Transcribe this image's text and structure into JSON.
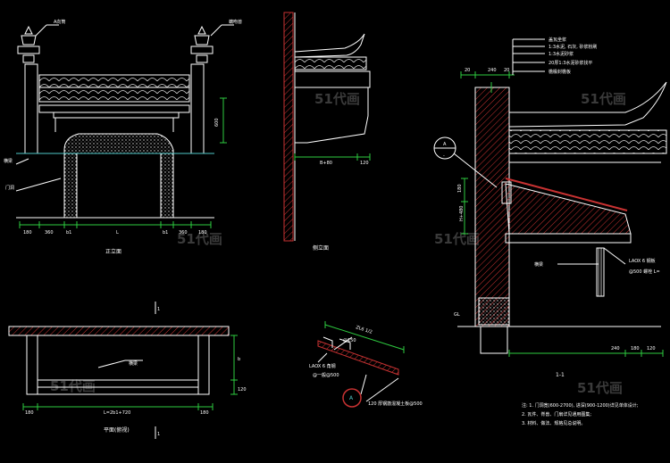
{
  "watermark": "51代画",
  "front": {
    "title": "正立面",
    "note_left": "A向筒",
    "note_right": "螭吻兽",
    "note_beam": "横梁",
    "note_frame": "门洞",
    "dims": [
      "180",
      "360",
      "b1",
      "L",
      "b1",
      "360",
      "180"
    ],
    "dim_height": "600"
  },
  "side": {
    "title": "侧立面",
    "dim_1": "B+80",
    "dim_2": "120"
  },
  "section": {
    "title": "1-1",
    "callout_letter": "A",
    "callout_num": "-",
    "notes": [
      "盖瓦坐浆",
      "1:3水泥, 石灰, 砂浆粉刷",
      "1:3水泥砂浆",
      "20厚1:3水泥砂浆找平",
      "檐椽封檐板"
    ],
    "top_dims": [
      "20",
      "240",
      "20"
    ],
    "left_dims": [
      "180",
      "H+480"
    ],
    "gl": "GL",
    "note_beam": "横梁",
    "note_right": "LAOX 6 钢板",
    "note_right_2": "@500 螺栓 L=",
    "bottom_dims": [
      "240",
      "180",
      "120"
    ],
    "footnotes": [
      "注: 1. 门洞宽(600-2700), 进深(900-1200)详见单体设计;",
      "2. 瓦件、脊兽、门扇详见通用图集;",
      "3. 材料、做法、规格见总说明。"
    ]
  },
  "plan": {
    "title": "平面(俯视)",
    "cut_mark": "1",
    "note_beam": "横梁",
    "dims": [
      "180",
      "L=2b1+720",
      "180"
    ],
    "dim_h": "b",
    "dim_h2": "120"
  },
  "detail": {
    "dim_top": "ZL6 1/2",
    "note_1": "@150",
    "note_2": "LAOX 6 角钢",
    "note_3": "@一般@500",
    "note_4": "120 厚钢筋混凝土板@500",
    "callout": "A"
  }
}
